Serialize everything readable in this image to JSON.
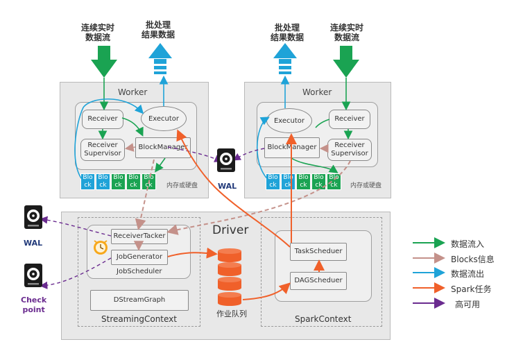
{
  "top_labels": {
    "left_input": "连续实时\n数据流",
    "left_output": "批处理\n结果数据",
    "right_output": "批处理\n结果数据",
    "right_input": "连续实时\n数据流"
  },
  "worker_left": {
    "title": "Worker",
    "receiver": "Receiver",
    "executor": "Executor",
    "receiver_supervisor": "Receiver\nSupervisor",
    "block_manager": "BlockManager",
    "storage_label": "内存或硬盘",
    "blocks": [
      "Blo\nck",
      "Blo\nck",
      "Blo\nck",
      "Blo\nck",
      "Blo\nck"
    ]
  },
  "worker_right": {
    "title": "Worker",
    "receiver": "Receiver",
    "executor": "Executor",
    "receiver_supervisor": "Receiver\nSupervisor",
    "block_manager": "BlockManager",
    "storage_label": "内存或硬盘",
    "blocks": [
      "Blo\nck",
      "Blo\nck",
      "Blo\nck",
      "Blo\nck",
      "Blo\nck"
    ]
  },
  "wal_center": "WAL",
  "wal_left": "WAL",
  "checkpoint": "Check\npoint",
  "driver": {
    "title": "Driver",
    "receiver_tracker": "ReceiverTacker",
    "job_generator": "JobGenerator",
    "job_scheduler": "JobScheduler",
    "dstream_graph": "DStreamGraph",
    "streaming_context": "StreamingContext",
    "job_queue": "作业队列",
    "task_scheduler": "TaskScheduer",
    "dag_scheduler": "DAGScheduer",
    "spark_context": "SparkContext"
  },
  "legend": [
    {
      "label": "数据流入",
      "color": "#1aa352"
    },
    {
      "label": "Blocks信息",
      "color": "#c4918a"
    },
    {
      "label": "数据流出",
      "color": "#1fa3d8"
    },
    {
      "label": "Spark任务",
      "color": "#f0602a"
    },
    {
      "label": "高可用",
      "color": "#6a2b8f"
    }
  ],
  "colors": {
    "green": "#1aa352",
    "blue": "#1fa3d8",
    "orange": "#f0602a",
    "brown": "#c4918a",
    "purple": "#6a2b8f"
  }
}
